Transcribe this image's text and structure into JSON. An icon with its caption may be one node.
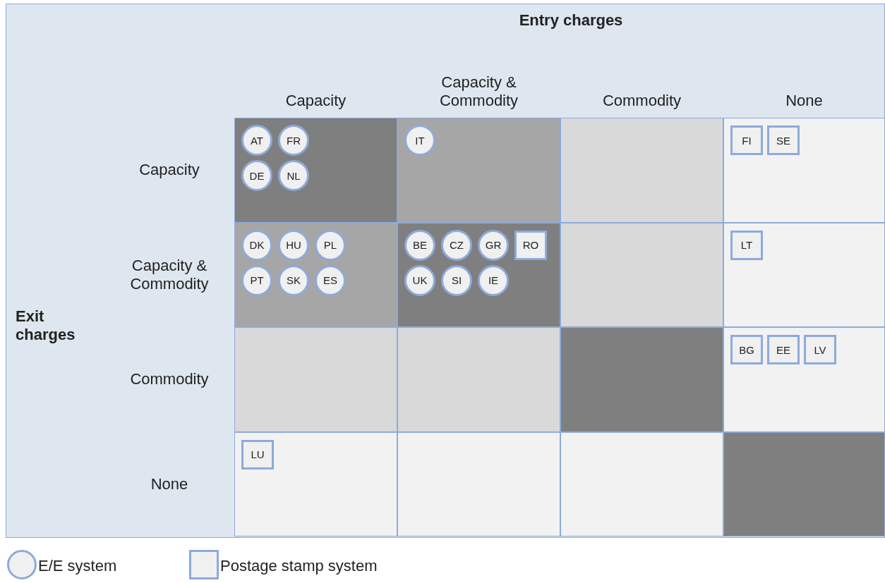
{
  "diagram": {
    "nodes": [
      {
        "text": [],
        "shape": "box"
      },
      {
        "text": [
          "AT"
        ],
        "in": 0
      },
      {
        "text": [
          "FR"
        ],
        "in": 0
      },
      {
        "text": [
          "DE"
        ],
        "in": 0
      },
      {
        "text": [
          "NL"
        ],
        "in": 0
      },
      {
        "text": [],
        "shape": "box"
      },
      {
        "text": [
          "IT"
        ],
        "in": 5
      },
      {
        "text": [],
        "shape": "box"
      },
      {
        "text": [],
        "shape": "box"
      },
      {
        "text": [
          "FI"
        ],
        "in": 8
      },
      {
        "text": [
          "SE"
        ],
        "in": 8
      },
      {
        "text": [],
        "shape": "box"
      },
      {
        "text": [
          "DK"
        ],
        "in": 11
      },
      {
        "text": [
          "HU"
        ],
        "in": 11
      },
      {
        "text": [
          "PL"
        ],
        "in": 11
      },
      {
        "text": [
          "PT"
        ],
        "in": 11
      },
      {
        "text": [
          "SK"
        ],
        "in": 11
      },
      {
        "text": [
          "ES"
        ],
        "in": 11
      },
      {
        "text": [],
        "shape": "box"
      },
      {
        "text": [
          "BE"
        ],
        "in": 18
      },
      {
        "text": [
          "CZ"
        ],
        "in": 18
      },
      {
        "text": [
          "GR"
        ],
        "in": 18
      },
      {
        "text": [
          "RO"
        ],
        "in": 18
      },
      {
        "text": [
          "UK"
        ],
        "in": 18
      },
      {
        "text": [
          "SI"
        ],
        "in": 18
      },
      {
        "text": [
          "IE"
        ],
        "in": 18
      },
      {
        "text": [],
        "shape": "box"
      },
      {
        "text": [],
        "shape": "box"
      },
      {
        "text": [
          "LT"
        ],
        "in": 27
      },
      {
        "text": [],
        "shape": "box"
      },
      {
        "text": [],
        "shape": "box"
      },
      {
        "text": [],
        "shape": "box"
      },
      {
        "text": [],
        "shape": "box"
      },
      {
        "text": [
          "BG"
        ],
        "in": 32
      },
      {
        "text": [
          "EE"
        ],
        "in": 32
      },
      {
        "text": [
          "LV"
        ],
        "in": 32
      },
      {
        "text": [],
        "shape": "box"
      },
      {
        "text": [
          "LU"
        ],
        "in": 36
      },
      {
        "text": [],
        "shape": "box"
      },
      {
        "text": [],
        "shape": "box"
      },
      {
        "text": [],
        "shape": "box"
      }
    ],
    "labels": [
      "Entry charges",
      "Capacity",
      "Capacity & Commodity",
      "Commodity",
      "None",
      "Capacity",
      "Capacity & Commodity",
      "Commodity",
      "None",
      "Exit charges"
    ],
    "legend": [
      {
        "text": "E/E system"
      },
      {
        "text": "Postage stamp system"
      }
    ]
  }
}
